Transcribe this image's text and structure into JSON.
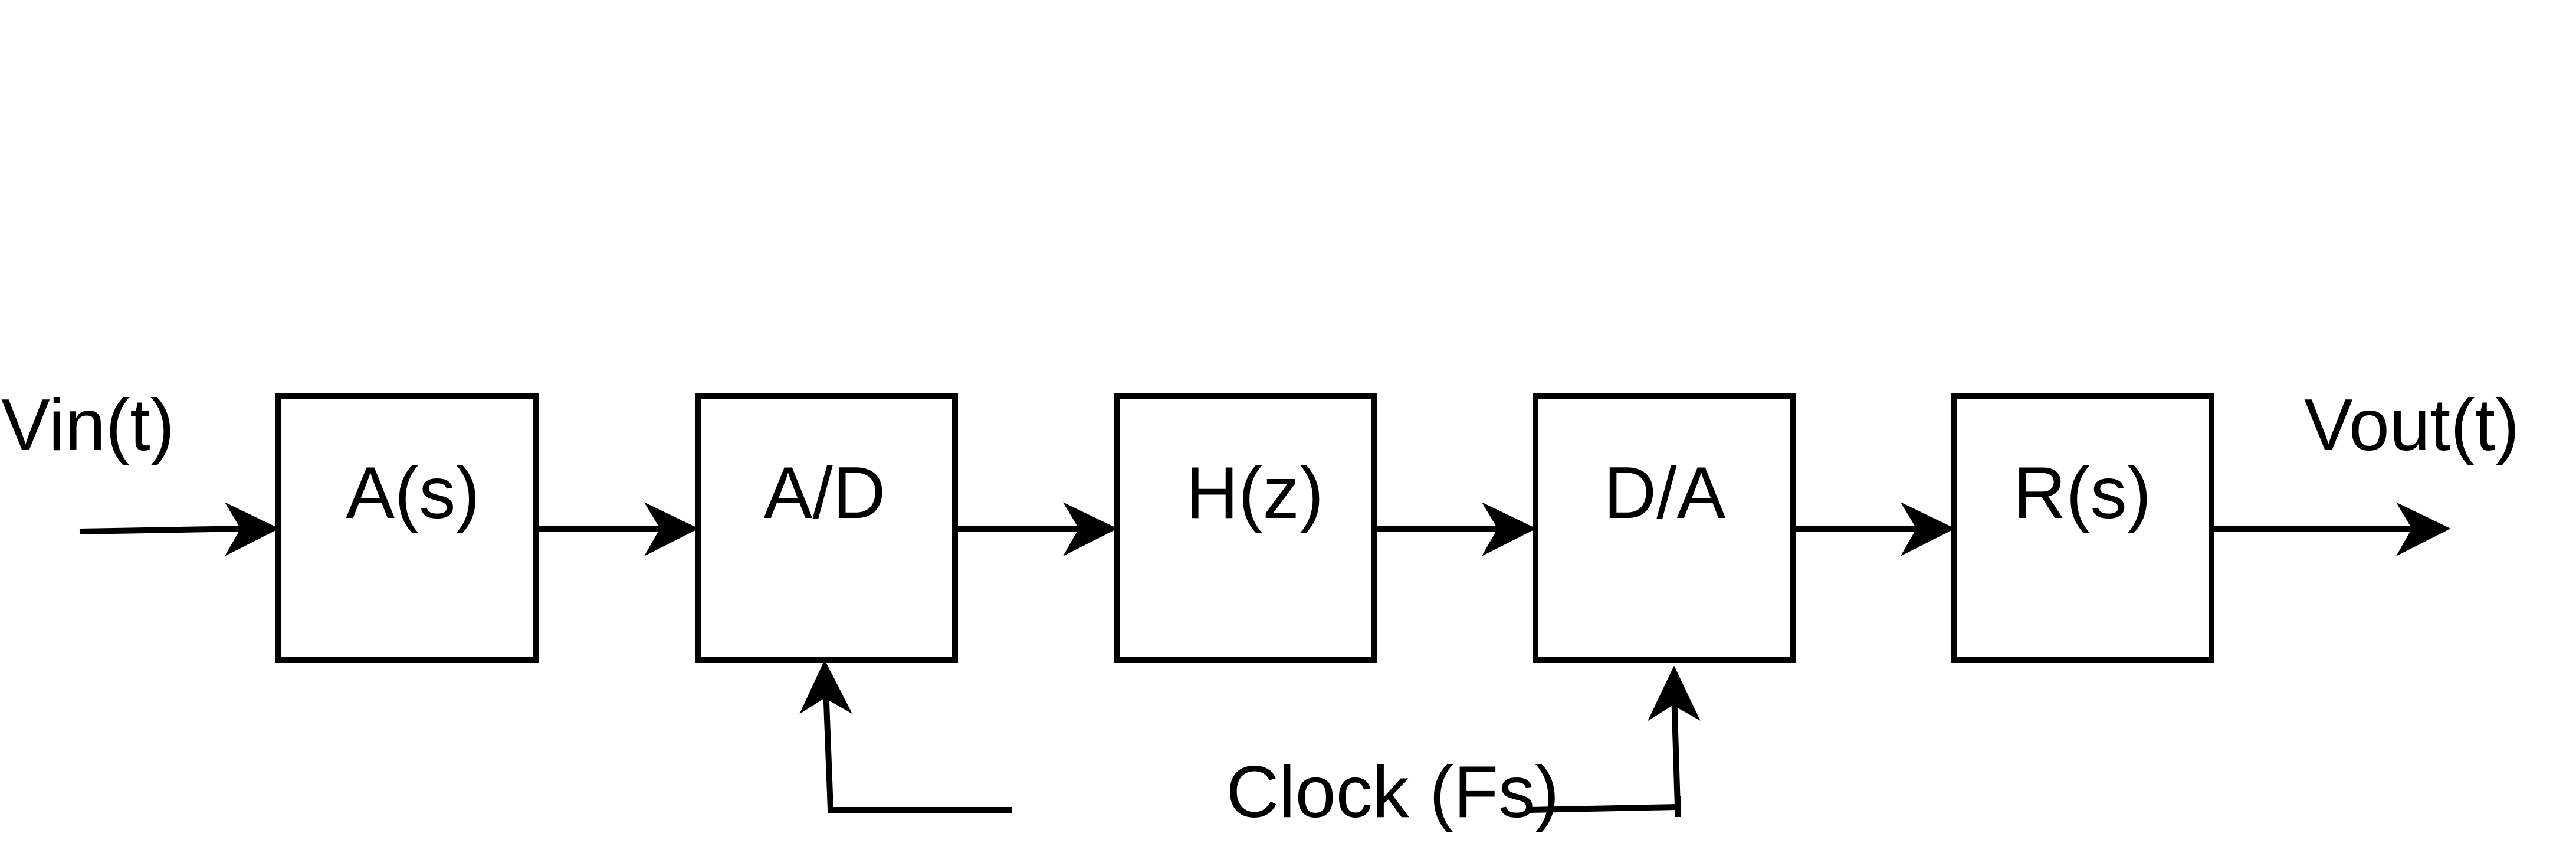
{
  "diagram": {
    "input_label": "Vin(t)",
    "output_label": "Vout(t)",
    "clock_label": "Clock (Fs)",
    "blocks": [
      {
        "id": "analog-prefilter",
        "label": "A(s)"
      },
      {
        "id": "adc",
        "label": "A/D"
      },
      {
        "id": "digital-filter",
        "label": "H(z)"
      },
      {
        "id": "dac",
        "label": "D/A"
      },
      {
        "id": "reconstruction-filter",
        "label": "R(s)"
      }
    ]
  }
}
